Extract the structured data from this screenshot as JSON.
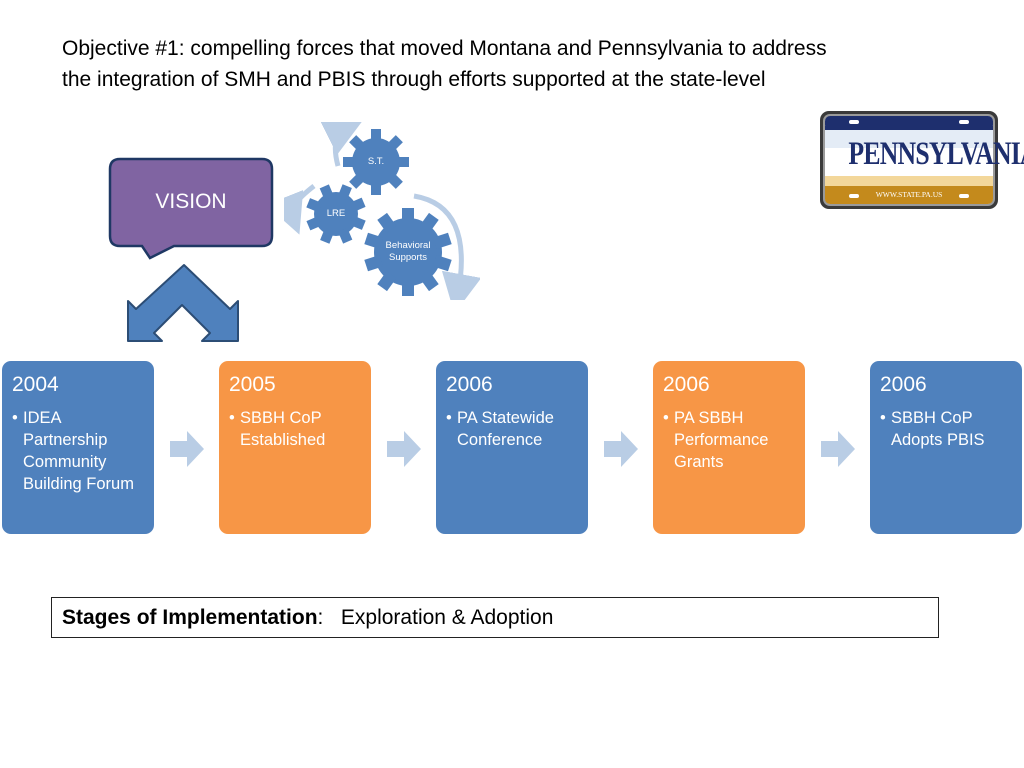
{
  "title": {
    "line1": "Objective #1: compelling forces that moved Montana and Pennsylvania to address",
    "line2": "the integration of SMH and PBIS through efforts supported at the state-level"
  },
  "callout": {
    "label": "VISION",
    "color": "#8064a2"
  },
  "gears": {
    "top": "S.T.",
    "left": "LRE",
    "bottom": "Behavioral Supports",
    "color": "#4f81bd",
    "arrow_color": "#b9cde5"
  },
  "plate": {
    "state": "PENNSYLVANIA",
    "website": "WWW.STATE.PA.US"
  },
  "timeline": [
    {
      "year": "2004",
      "text": "IDEA Partnership Community Building Forum",
      "color": "blue"
    },
    {
      "year": "2005",
      "text": "SBBH CoP Established",
      "color": "orange"
    },
    {
      "year": "2006",
      "text": "PA Statewide Conference",
      "color": "blue"
    },
    {
      "year": "2006",
      "text": "PA SBBH Performance Grants",
      "color": "orange"
    },
    {
      "year": "2006",
      "text": "SBBH CoP Adopts PBIS",
      "color": "blue"
    }
  ],
  "bullet": "•",
  "stages": {
    "label": "Stages of Implementation",
    "separator": ":",
    "value": "Exploration & Adoption"
  }
}
